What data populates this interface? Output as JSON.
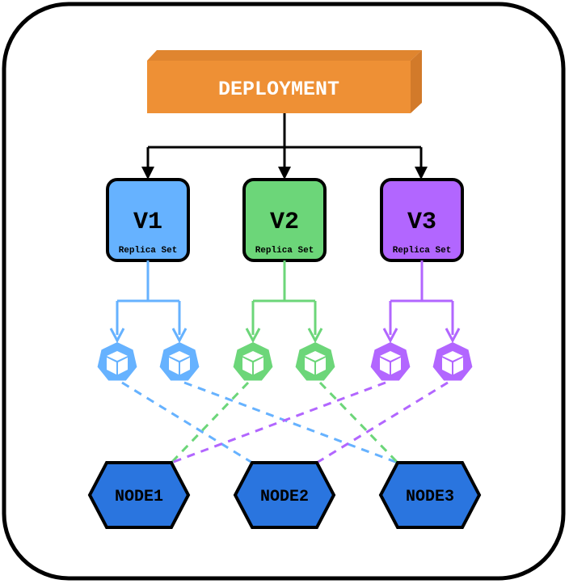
{
  "colors": {
    "deployment_front": "#EE9035",
    "deployment_top": "#E0852F",
    "deployment_side": "#D27A2A",
    "deployment_text": "#FFFFFF",
    "v1": "#66B2FF",
    "v2": "#6CD679",
    "v3": "#B266FF",
    "node_fill": "#2A75DF",
    "outline": "#000000",
    "pod_glyph": "#FFFFFF"
  },
  "deployment": {
    "label": "DEPLOYMENT"
  },
  "replica_sets": [
    {
      "id": "v1",
      "label": "V1",
      "sublabel": "Replica Set",
      "color": "#66B2FF"
    },
    {
      "id": "v2",
      "label": "V2",
      "sublabel": "Replica Set",
      "color": "#6CD679"
    },
    {
      "id": "v3",
      "label": "V3",
      "sublabel": "Replica Set",
      "color": "#B266FF"
    }
  ],
  "pods": [
    {
      "id": "pod-1",
      "replica_set": "v1",
      "icon": "pod-cube-icon",
      "node": "NODE2"
    },
    {
      "id": "pod-2",
      "replica_set": "v1",
      "icon": "pod-cube-icon",
      "node": "NODE3"
    },
    {
      "id": "pod-3",
      "replica_set": "v2",
      "icon": "pod-cube-icon",
      "node": "NODE1"
    },
    {
      "id": "pod-4",
      "replica_set": "v2",
      "icon": "pod-cube-icon",
      "node": "NODE3"
    },
    {
      "id": "pod-5",
      "replica_set": "v3",
      "icon": "pod-cube-icon",
      "node": "NODE1"
    },
    {
      "id": "pod-6",
      "replica_set": "v3",
      "icon": "pod-cube-icon",
      "node": "NODE2"
    }
  ],
  "nodes": [
    {
      "id": "node1",
      "label": "NODE1"
    },
    {
      "id": "node2",
      "label": "NODE2"
    },
    {
      "id": "node3",
      "label": "NODE3"
    }
  ]
}
